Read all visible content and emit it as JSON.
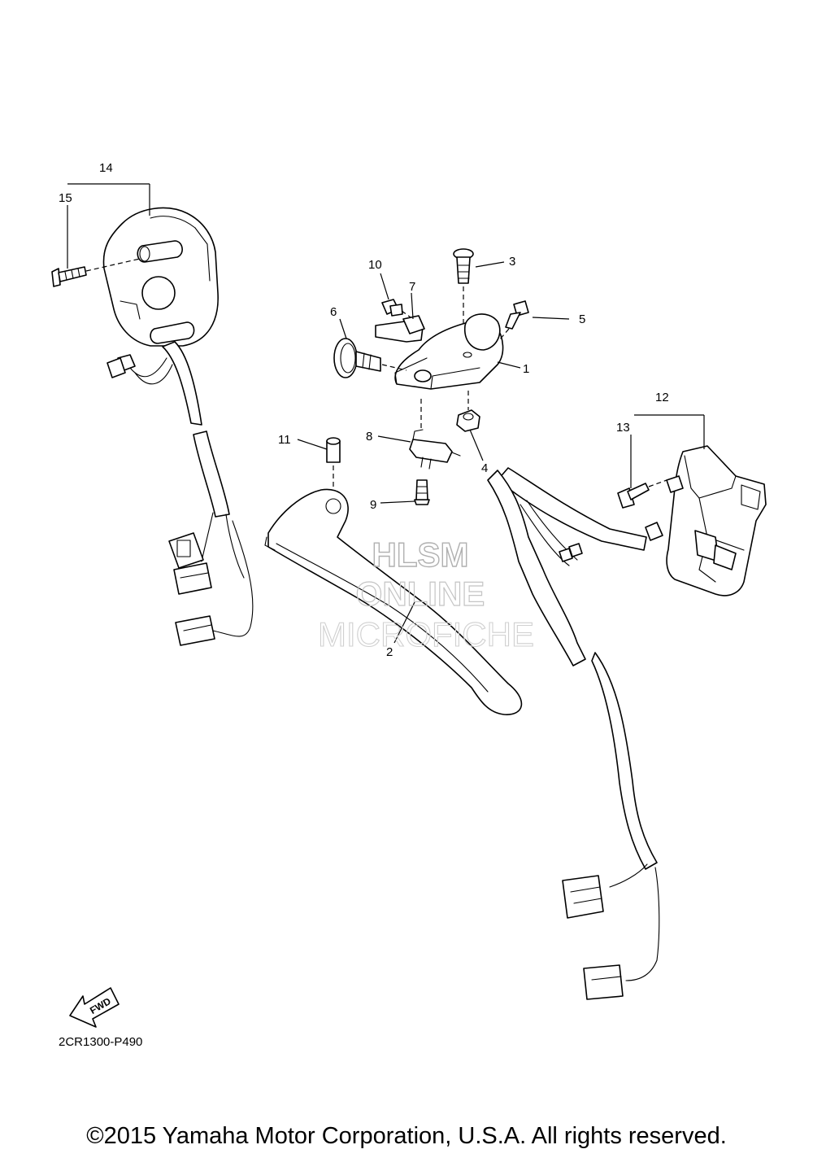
{
  "callouts": [
    "1",
    "2",
    "3",
    "4",
    "5",
    "6",
    "7",
    "8",
    "9",
    "10",
    "11",
    "12",
    "13",
    "14",
    "15"
  ],
  "watermark": {
    "line1": "HLSM",
    "line2": "ONLINE",
    "line3": "MICROFICHE"
  },
  "fwd_label": "FWD",
  "ref_code": "2CR1300-P490",
  "copyright": "©2015 Yamaha Motor Corporation, U.S.A. All rights reserved."
}
